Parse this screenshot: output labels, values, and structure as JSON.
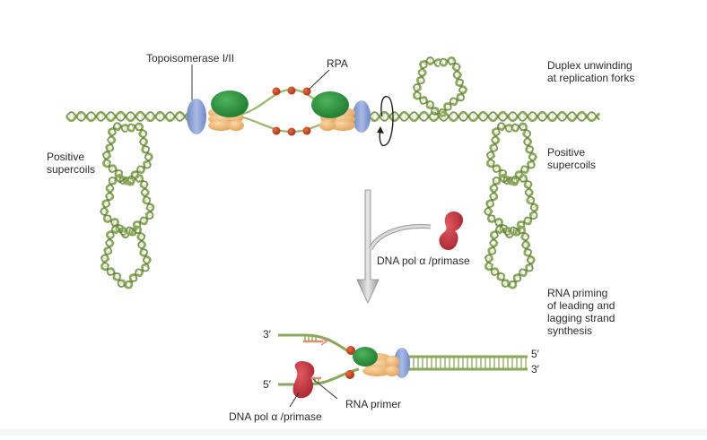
{
  "diagram": {
    "title": "DNA replication initiation: unwinding, supercoiling and RNA priming",
    "colors": {
      "dna": "#8aa85a",
      "dna_dark": "#5f7d33",
      "helicase": "#2e8b3e",
      "mcm": "#f0b774",
      "topoisomerase": "#8fa6d8",
      "rpa": "#c8461f",
      "polymerase": "#c9353f",
      "primer": "#f08a6e",
      "arrow": "#b8b8b8",
      "text": "#2a2a2a"
    },
    "labels": {
      "topoisomerase": "Topoisomerase I/II",
      "rpa": "RPA",
      "duplex_unwinding": "Duplex unwinding\nat replication forks",
      "positive_supercoils_left": "Positive\nsupercoils",
      "positive_supercoils_right": "Positive\nsupercoils",
      "dna_pol_top": "DNA pol α /primase",
      "rna_priming": "RNA priming\nof leading and\nlagging strand\nsynthesis",
      "strand_3prime_top": "3′",
      "strand_5prime_bottom": "5′",
      "strand_5prime_right": "5′",
      "strand_3prime_right": "3′",
      "rna_primer": "RNA primer",
      "dna_pol_bottom": "DNA pol α /primase"
    },
    "components": [
      "positive-supercoil-left",
      "positive-supercoil-right",
      "supercoil-loop-top",
      "topoisomerase-left",
      "topoisomerase-right",
      "helicase-left",
      "helicase-right",
      "rpa-beads",
      "rotation-arrow",
      "process-arrow",
      "dna-pol-primase",
      "replication-fork-primed"
    ]
  }
}
